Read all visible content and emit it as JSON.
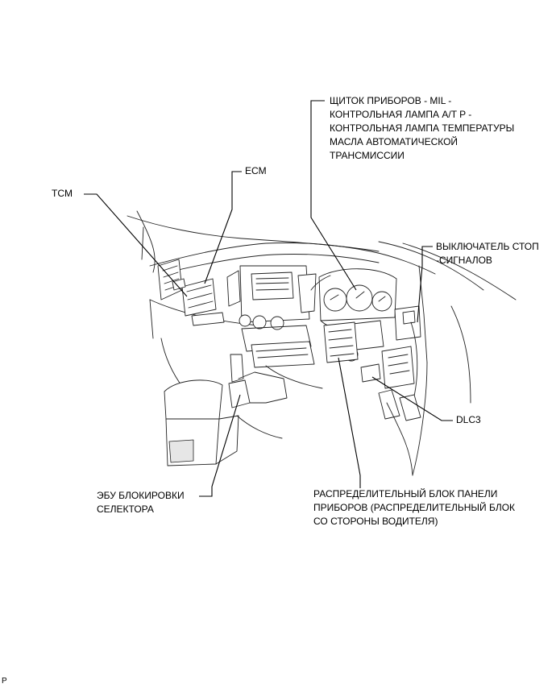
{
  "labels": {
    "instrument_panel": [
      "ЩИТОК ПРИБОРОВ - MIL -",
      "КОНТРОЛЬНАЯ ЛАМПА A/T P -",
      "КОНТРОЛЬНАЯ ЛАМПА ТЕМПЕРАТУРЫ",
      "МАСЛА АВТОМАТИЧЕСКОЙ",
      "ТРАНСМИССИИ"
    ],
    "ecm": "ECM",
    "tcm": "TCM",
    "stop_switch": [
      "ВЫКЛЮЧАТЕЛЬ СТОП",
      "-СИГНАЛОВ"
    ],
    "dlc3": "DLC3",
    "shift_lock_ecu": [
      "ЭБУ БЛОКИРОВКИ",
      "СЕЛЕКТОРА"
    ],
    "junction_block": [
      "РАСПРЕДЕЛИТЕЛЬНЫЙ БЛОК ПАНЕЛИ",
      "ПРИБОРОВ (РАСПРЕДЕЛИТЕЛЬНЫЙ БЛОК",
      "СО СТОРОНЫ ВОДИТЕЛЯ)"
    ],
    "corner_mark": "P"
  }
}
